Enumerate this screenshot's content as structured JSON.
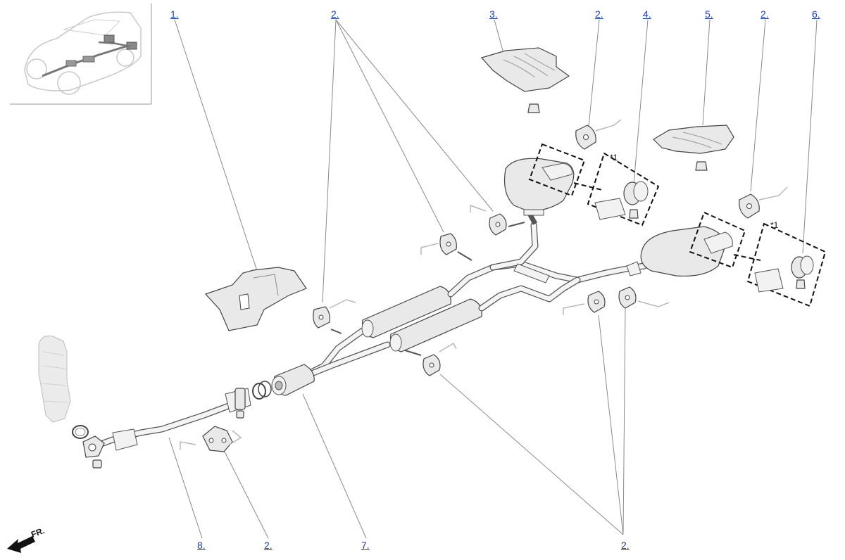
{
  "callouts": {
    "c1": "1.",
    "c2a": "2.",
    "c3": "3.",
    "c2b": "2.",
    "c4": "4.",
    "c5": "5.",
    "c2c": "2.",
    "c6": "6.",
    "c8": "8.",
    "c2d": "2.",
    "c7": "7.",
    "c2e": "2."
  },
  "notes": {
    "n1": "*1",
    "n2": "*1"
  },
  "direction_label": "FR.",
  "colors": {
    "callout_link": "#1f3fa8",
    "line_art": "#444444",
    "part_fill": "#e9e9e9"
  }
}
